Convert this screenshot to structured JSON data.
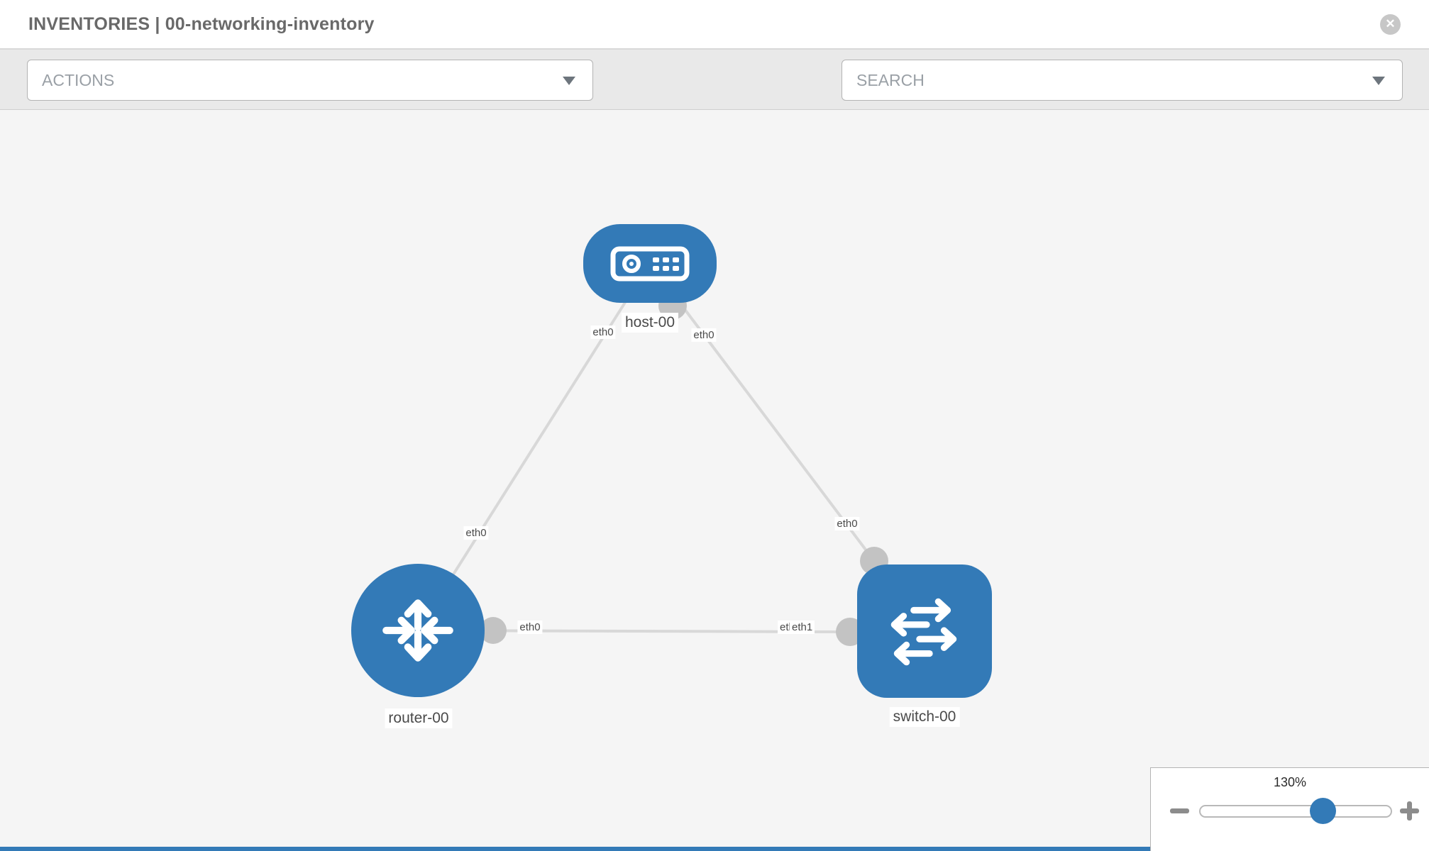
{
  "header": {
    "title": "INVENTORIES | 00-networking-inventory",
    "close_glyph": "✕"
  },
  "toolbar": {
    "actions_placeholder": "ACTIONS",
    "search_placeholder": "SEARCH",
    "icons": [
      "wrench-icon",
      "key-icon"
    ]
  },
  "topology": {
    "nodes": [
      {
        "label": "host-00",
        "type": "host"
      },
      {
        "label": "router-00",
        "type": "router"
      },
      {
        "label": "switch-00",
        "type": "switch"
      }
    ],
    "links": [
      {
        "from": "host-00",
        "from_if": "eth0",
        "to": "router-00",
        "to_if": "eth0"
      },
      {
        "from": "host-00",
        "from_if": "eth0",
        "to": "switch-00",
        "to_if": "eth0"
      },
      {
        "from": "router-00",
        "from_if": "eth0",
        "to": "switch-00",
        "to_if": "eth1"
      }
    ],
    "interfaces": {
      "host_left": "eth0",
      "host_right": "eth0",
      "router_top": "eth0",
      "router_right": "eth0",
      "switch_top": "eth0",
      "switch_left_under": "eth0",
      "switch_left_over": "eth1"
    }
  },
  "zoom_control": {
    "level": "130%",
    "minus_icon": "minus",
    "plus_icon": "plus"
  },
  "colors": {
    "node_blue": "#337ab7",
    "link_gray": "#d8d8d8",
    "connector_gray": "#c3c3c3",
    "canvas_bg": "#f5f5f5",
    "toolbar_bg": "#e9e9e9"
  }
}
